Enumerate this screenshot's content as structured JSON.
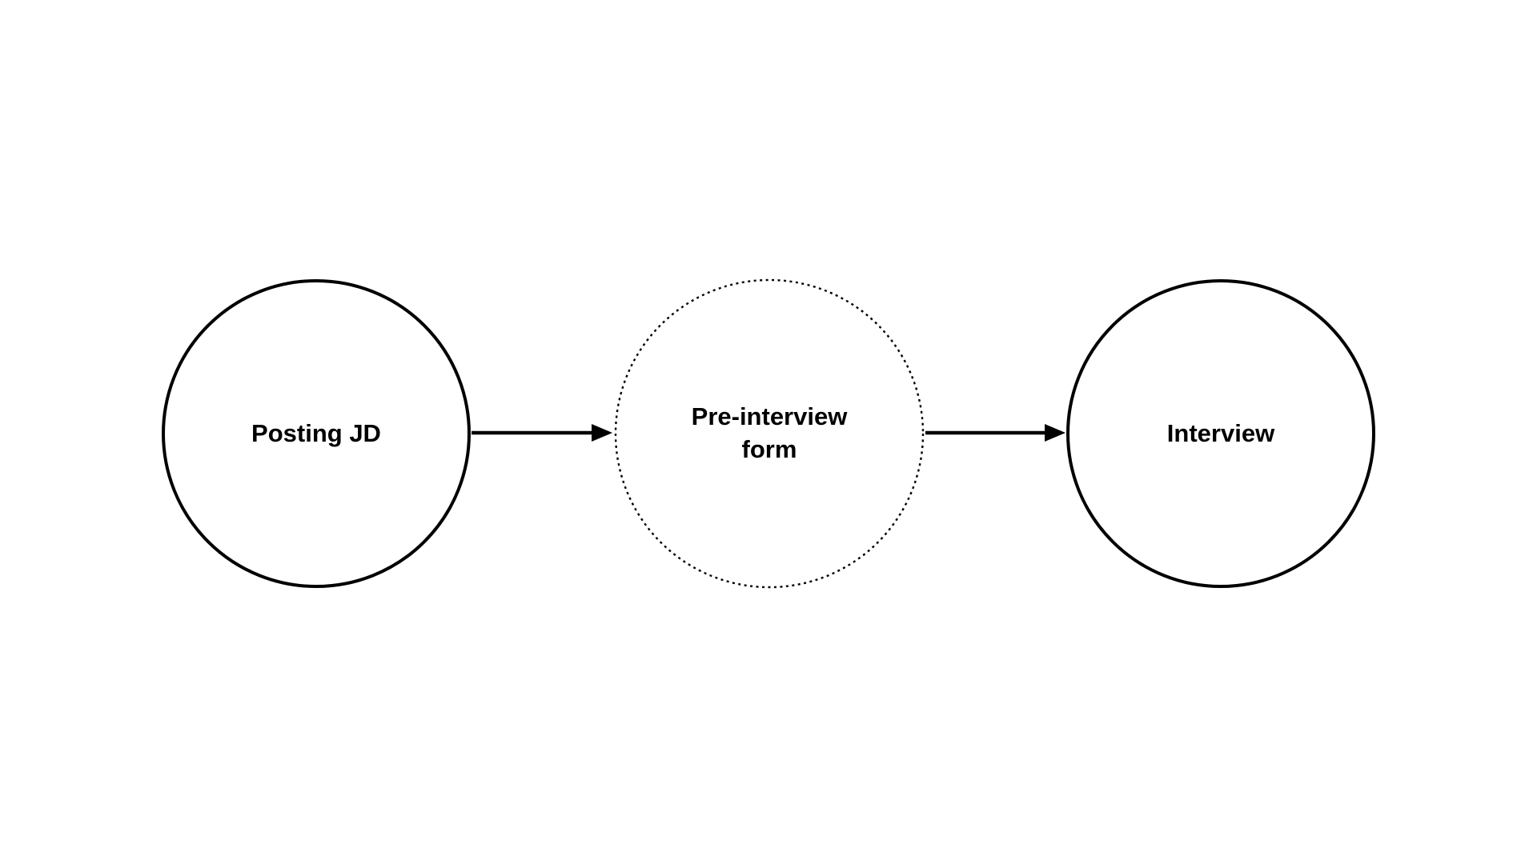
{
  "diagram": {
    "background_color": "#ffffff",
    "stroke_color": "#000000",
    "text_color": "#000000",
    "nodes": [
      {
        "id": "posting-jd",
        "label": "Posting JD",
        "border_style": "solid"
      },
      {
        "id": "pre-interview-form",
        "label": "Pre-interview\nform",
        "border_style": "dotted"
      },
      {
        "id": "interview",
        "label": "Interview",
        "border_style": "solid"
      }
    ],
    "edges": [
      {
        "from": "posting-jd",
        "to": "pre-interview-form",
        "direction": "right"
      },
      {
        "from": "pre-interview-form",
        "to": "interview",
        "direction": "right"
      }
    ]
  }
}
